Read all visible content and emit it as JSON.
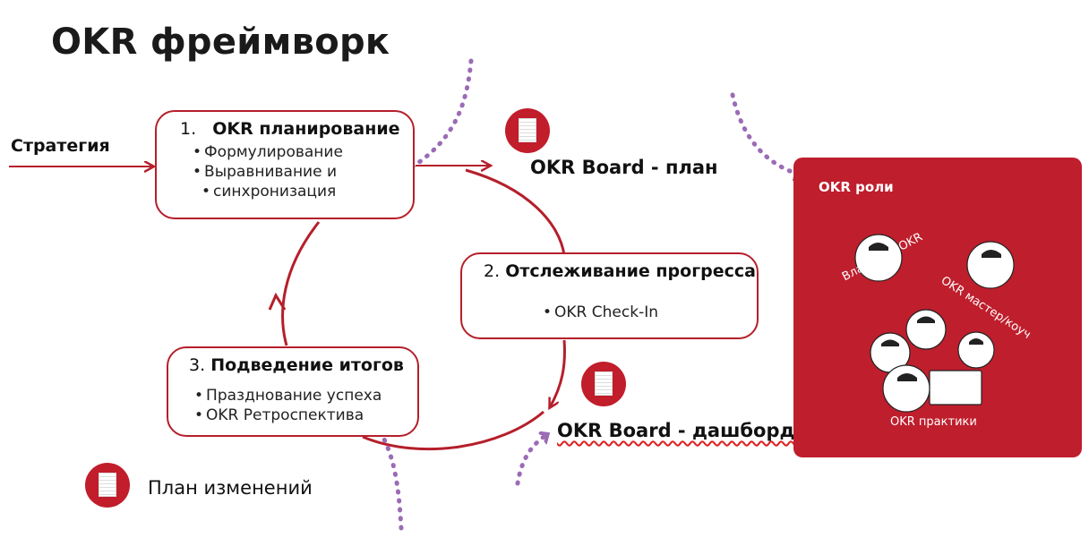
{
  "title": "OKR фреймворк",
  "strategy_label": "Стратегия",
  "stages": [
    {
      "number": "1.",
      "title": "OKR  планирование",
      "items": [
        "Формулирование",
        "Выравнивание и",
        "синхронизация"
      ]
    },
    {
      "number": "2.",
      "title": "Отслеживание прогресса",
      "items": [
        "OKR Check-In"
      ]
    },
    {
      "number": "3.",
      "title": "Подведение итогов",
      "items": [
        "Празднование успеха",
        "OKR Ретроспектива"
      ]
    }
  ],
  "artifacts": {
    "board_plan": "OKR Board - план",
    "board_dashboard": "OKR Board - дашборд",
    "change_plan": "План изменений"
  },
  "roles_panel": {
    "title": "OKR роли",
    "owner": "Владелец OKR",
    "master": "OKR мастер/коуч",
    "practices": "OKR практики"
  },
  "colors": {
    "accent": "#b51f2b",
    "panel": "#bf1e2d",
    "dots": "#9b6bb5"
  }
}
